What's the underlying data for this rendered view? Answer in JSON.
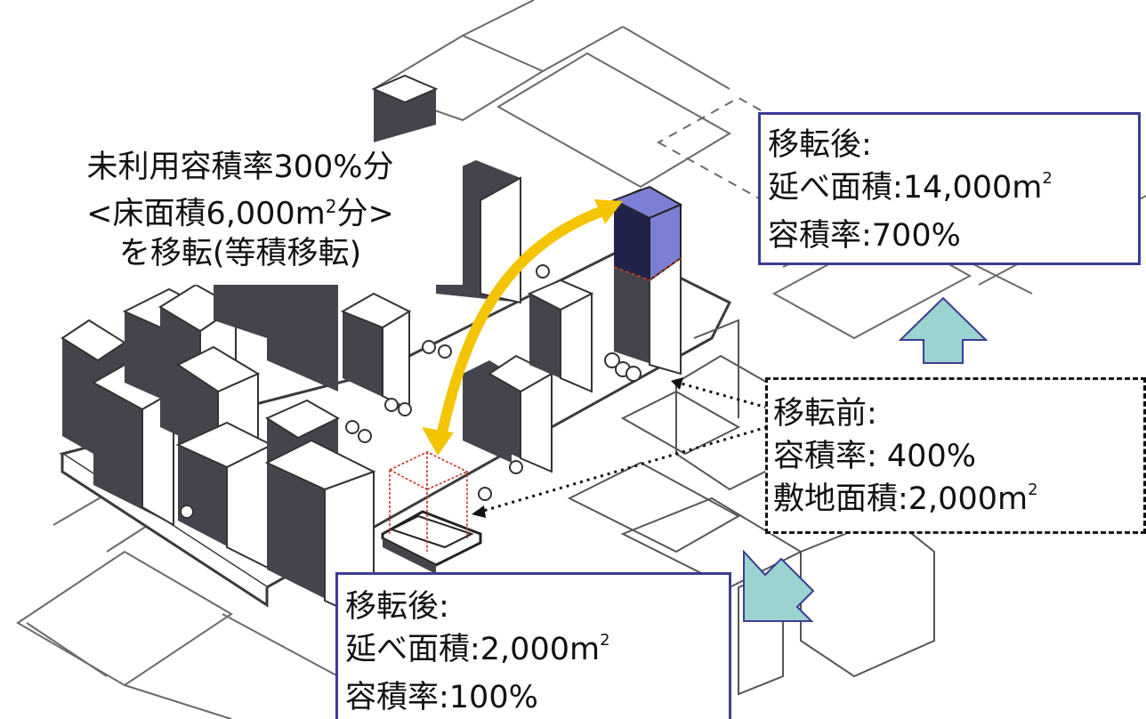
{
  "transfer_label": {
    "line1": "未利用容積率300%分",
    "line2_pre": "<床面積6,000m",
    "line2_sup": "2",
    "line2_post": "分>",
    "line3": "を移転(等積移転)"
  },
  "after_top": {
    "title": "移転後:",
    "floor_area_label": "延べ面積:14,000m",
    "floor_area_sup": "2",
    "far": "容積率:700%"
  },
  "before": {
    "title": "移転前:",
    "far": "容積率: 400%",
    "site_area_label": "敷地面積:2,000m",
    "site_area_sup": "2"
  },
  "after_bottom": {
    "title": "移転後:",
    "floor_area_label": "延べ面積:2,000m",
    "floor_area_sup": "2",
    "far": "容積率:100%"
  },
  "colors": {
    "ink": "#44454c",
    "tower_highlight": "#7b7fd4",
    "transfer_arrow": "#f5c400",
    "direction_arrow": "#9ad3cf",
    "callout_border": "#3c3c94",
    "ghost_volume": "#c0392b"
  }
}
